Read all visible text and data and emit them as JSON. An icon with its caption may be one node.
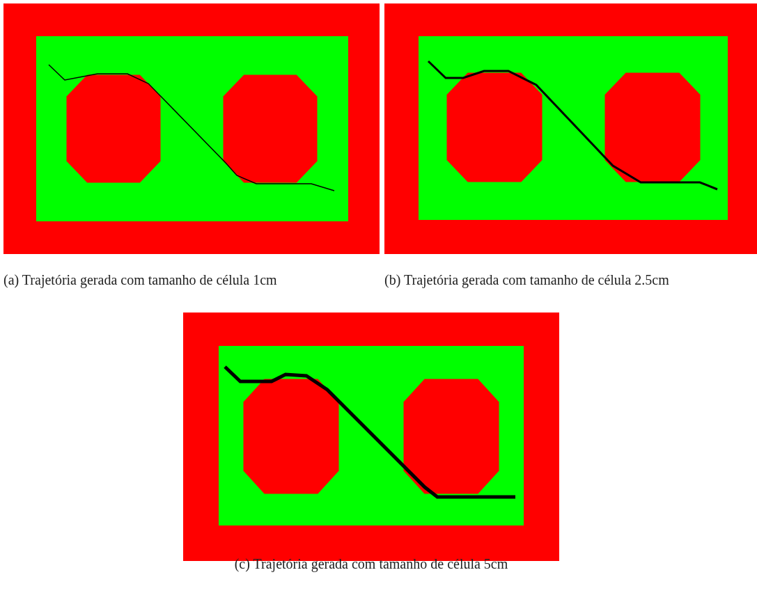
{
  "diagram": {
    "labels": [
      "(a) Trajetória gerada com tamanho de célula 1cm",
      "(b) Trajetória gerada com tamanho de célula 2.5cm",
      "(c) Trajetória gerada com tamanho de célula 5cm"
    ]
  }
}
